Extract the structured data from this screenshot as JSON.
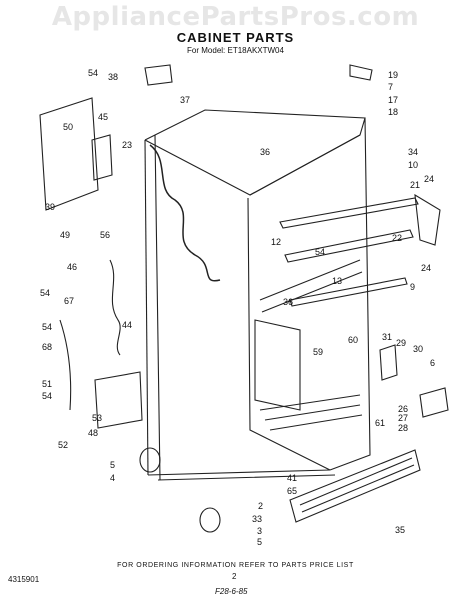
{
  "watermark": "AppliancePartsPros.com",
  "header": {
    "title": "CABINET PARTS",
    "model": "For Model: ET18AKXTW04"
  },
  "footer": {
    "note": "FOR ORDERING INFORMATION REFER TO PARTS PRICE LIST",
    "page_number": "2",
    "doc_code": "4315901",
    "stamp": "F28-6-85"
  },
  "part_numbers": [
    "54",
    "38",
    "45",
    "37",
    "50",
    "23",
    "36",
    "19",
    "7",
    "17",
    "18",
    "34",
    "10",
    "21",
    "24",
    "22",
    "12",
    "54",
    "39",
    "49",
    "56",
    "46",
    "54",
    "67",
    "44",
    "13",
    "9",
    "54",
    "68",
    "36",
    "59",
    "60",
    "31",
    "29",
    "30",
    "6",
    "51",
    "54",
    "53",
    "52",
    "48",
    "61",
    "26",
    "27",
    "28",
    "5",
    "4",
    "41",
    "65",
    "2",
    "33",
    "3",
    "5",
    "35",
    "24"
  ]
}
